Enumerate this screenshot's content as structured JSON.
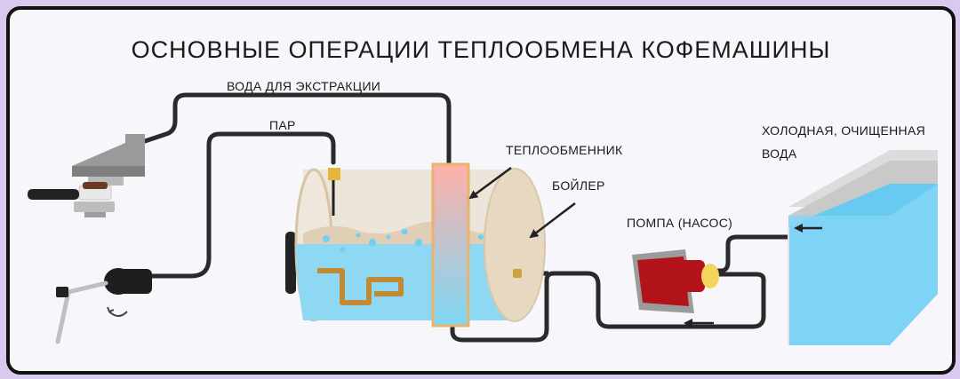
{
  "diagram": {
    "title": "ОСНОВНЫЕ ОПЕРАЦИИ ТЕПЛООБМЕНА КОФЕМАШИНЫ",
    "labels": {
      "extraction_water": "ВОДА ДЛЯ ЭКСТРАКЦИИ",
      "steam": "ПАР",
      "heat_exchanger": "ТЕПЛООБМЕННИК",
      "boiler": "БОЙЛЕР",
      "pump": "ПОМПА (НАСОС)",
      "cold_water_line1": "ХОЛОДНАЯ, ОЧИЩЕННАЯ",
      "cold_water_line2": "ВОДА"
    },
    "colors": {
      "background": "#d9c9ee",
      "panel": "#f7f7fb",
      "pipe": "#2a2a2a",
      "water": "#8fd8f4",
      "boiler_body": "#e8dccb",
      "heat_exchanger_top": "#ffb0a8",
      "heat_exchanger_bottom": "#7ed8f5",
      "heating_element": "#c28a35",
      "pump_red": "#b3141b",
      "pump_gray": "#9b9b9b"
    }
  }
}
